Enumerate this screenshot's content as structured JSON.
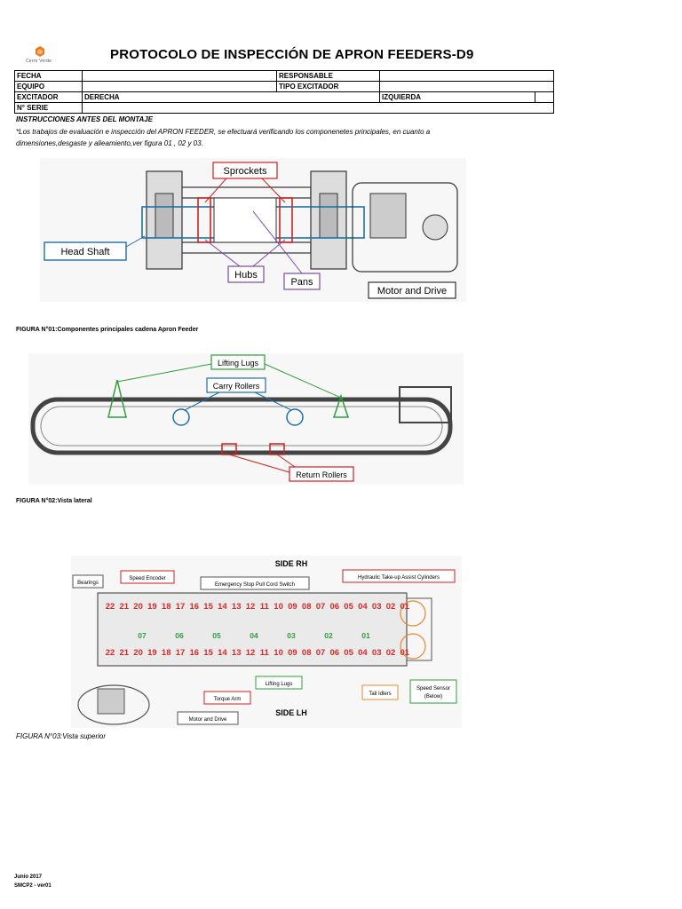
{
  "logo": {
    "company": "Cerro Verde"
  },
  "header": {
    "title": "PROTOCOLO DE INSPECCIÓN DE APRON  FEEDERS-D9"
  },
  "form": {
    "fecha_label": "FECHA",
    "responsable_label": "RESPONSABLE",
    "equipo_label": "EQUIPO",
    "tipo_excitador_label": "TIPO EXCITADOR",
    "excitador_label": "EXCITADOR",
    "derecha_label": "DERECHA",
    "izquierda_label": "IZQUIERDA",
    "serie_label": "N° SERIE"
  },
  "instructions": {
    "title": "INSTRUCCIONES ANTES DEL MONTAJE",
    "body": "*Los trabajos de evaluación e inspección del APRON FEEDER, se efectuará verificando los componenetes principales, en cuanto a dimensiones,desgaste y alieamiento,ver figura 01 , 02 y 03."
  },
  "figure1": {
    "caption": "FIGURA N°01:Componentes principales cadena Apron Feeder",
    "labels": {
      "sprockets": "Sprockets",
      "head_shaft": "Head Shaft",
      "hubs": "Hubs",
      "pans": "Pans",
      "motor_drive": "Motor and Drive"
    }
  },
  "figure2": {
    "caption": "FIGURA N°02:Vista lateral",
    "labels": {
      "lifting_lugs": "Lifting Lugs",
      "carry_rollers": "Carry Rollers",
      "return_rollers": "Return Rollers"
    }
  },
  "figure3": {
    "caption": "FIGURA N°03:Vista superior",
    "labels": {
      "side_rh": "SIDE RH",
      "side_lh": "SIDE LH",
      "bearings": "Bearings",
      "speed_encoder": "Speed Encoder",
      "emergency_stop": "Emergency Stop Pull Cord Switch",
      "hydraulic": "Hydraulic Take-up Assist Cylinders",
      "lifting_lugs": "Lifting Lugs",
      "torque_arm": "Torque Arm",
      "tail_idlers": "Tail Idlers",
      "speed_sensor_1": "Speed Sensor",
      "speed_sensor_2": "(Below)",
      "motor_drive": "Motor and Drive"
    },
    "pan_numbers": [
      "22",
      "21",
      "20",
      "19",
      "18",
      "17",
      "16",
      "15",
      "14",
      "13",
      "12",
      "11",
      "10",
      "09",
      "08",
      "07",
      "06",
      "05",
      "04",
      "03",
      "02",
      "01"
    ],
    "roller_numbers": [
      "07",
      "06",
      "05",
      "04",
      "03",
      "02",
      "01"
    ],
    "colors": {
      "pan_red": "#d42b2b",
      "roller_green": "#2e9e3a"
    }
  },
  "footer": {
    "line1": "Junio  2017",
    "line2": "SMCP2 - ver01"
  }
}
